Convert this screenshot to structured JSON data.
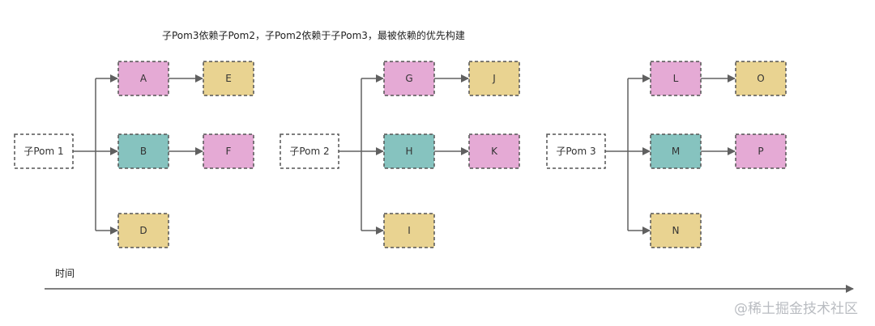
{
  "title": "子Pom3依赖子Pom2，子Pom2依赖于子Pom3，最被依赖的优先构建",
  "timeline_label": "时间",
  "watermark": "@稀土掘金技术社区",
  "colors": {
    "pink": "#e5aad5",
    "teal": "#86c3bf",
    "tan": "#e9d391",
    "white": "#ffffff",
    "stroke": "#555555",
    "line": "#606060"
  },
  "groups": [
    {
      "root": "子Pom 1",
      "rows": [
        {
          "first": {
            "label": "A",
            "color": "pink"
          },
          "second": {
            "label": "E",
            "color": "tan"
          }
        },
        {
          "first": {
            "label": "B",
            "color": "teal"
          },
          "second": {
            "label": "F",
            "color": "pink"
          }
        },
        {
          "first": {
            "label": "D",
            "color": "tan"
          },
          "second": null
        }
      ]
    },
    {
      "root": "子Pom 2",
      "rows": [
        {
          "first": {
            "label": "G",
            "color": "pink"
          },
          "second": {
            "label": "J",
            "color": "tan"
          }
        },
        {
          "first": {
            "label": "H",
            "color": "teal"
          },
          "second": {
            "label": "K",
            "color": "pink"
          }
        },
        {
          "first": {
            "label": "I",
            "color": "tan"
          },
          "second": null
        }
      ]
    },
    {
      "root": "子Pom 3",
      "rows": [
        {
          "first": {
            "label": "L",
            "color": "pink"
          },
          "second": {
            "label": "O",
            "color": "tan"
          }
        },
        {
          "first": {
            "label": "M",
            "color": "teal"
          },
          "second": {
            "label": "P",
            "color": "pink"
          }
        },
        {
          "first": {
            "label": "N",
            "color": "tan"
          },
          "second": null
        }
      ]
    }
  ]
}
